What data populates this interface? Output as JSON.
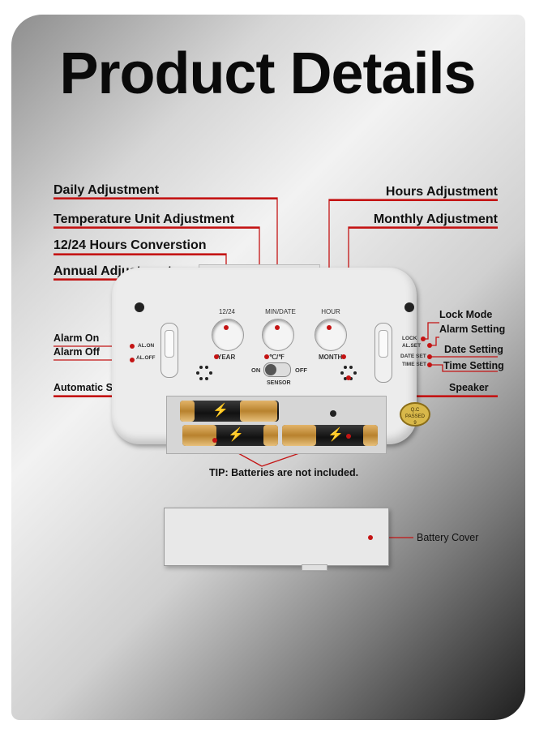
{
  "title": "Product Details",
  "labels": {
    "daily_adjustment": "Daily Adjustment",
    "temperature_unit_adjustment": "Temperature Unit Adjustment",
    "hours_conversion": "12/24 Hours Converstion",
    "annual_adjustment": "Annual Adjustment",
    "hours_adjustment": "Hours Adjustment",
    "monthly_adjustment": "Monthly Adjustment",
    "alarm_on": "Alarm On",
    "alarm_off": "Alarm Off",
    "automatic_sensor_switch": "Automatic Sensor Switch",
    "lock_mode": "Lock Mode",
    "alarm_setting": "Alarm Setting",
    "date_setting": "Date Setting",
    "time_setting": "Time Setting",
    "speaker": "Speaker",
    "battery_cover": "Battery Cover",
    "tip": "TIP: Batteries are not included."
  },
  "device": {
    "btn_1224": "12/24",
    "btn_min_date": "MIN/DATE",
    "btn_hour": "HOUR",
    "year": "YEAR",
    "temp_unit": "℃/℉",
    "month": "MONTH",
    "on": "ON",
    "off": "OFF",
    "sensor": "SENSOR",
    "al_on": "AL.ON",
    "al_off": "AL.OFF",
    "lock": "LOCK",
    "al_set": "AL.SET",
    "date_set": "DATE SET",
    "time_set": "TIME SET",
    "seal_line1": "Q.C",
    "seal_line2": "PASSED",
    "seal_line3": "9"
  },
  "colors": {
    "accent": "#c41414",
    "text": "#111111"
  }
}
